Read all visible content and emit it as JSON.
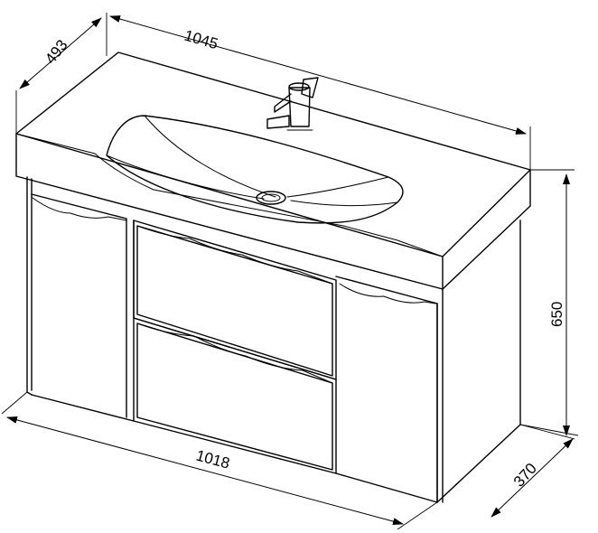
{
  "dimensions": {
    "top_depth": "493",
    "top_width": "1045",
    "height": "650",
    "cabinet_width": "1018",
    "cabinet_depth": "370"
  }
}
